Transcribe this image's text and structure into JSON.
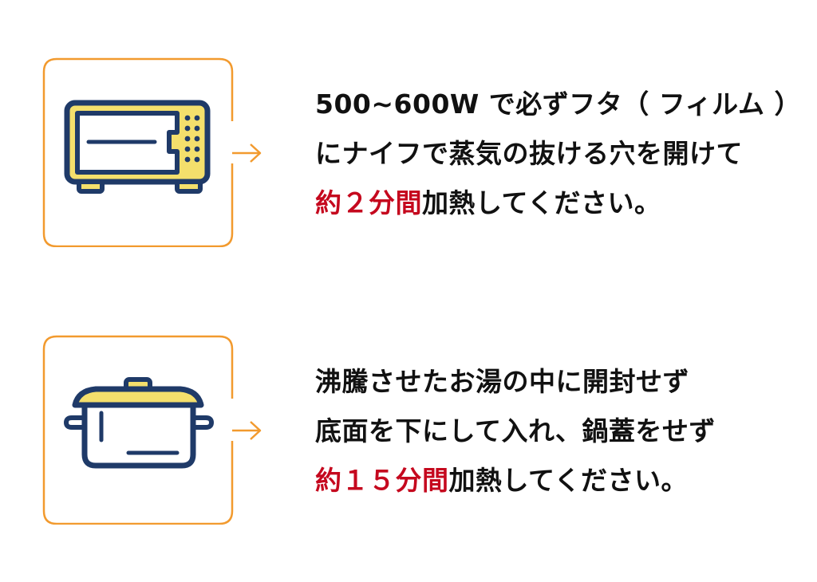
{
  "colors": {
    "frame_orange": "#f29a2e",
    "icon_navy": "#1f3a68",
    "icon_yellow": "#f4df6c",
    "highlight_red": "#c5081e",
    "text": "#111111"
  },
  "steps": [
    {
      "icon": "microwave-icon",
      "lines": [
        {
          "text": "500~600W で必ずフタ（ フィルム ）"
        },
        {
          "text": "にナイフで蒸気の抜ける穴を開けて"
        },
        {
          "highlight": "約２分間",
          "text": "加熱してください。"
        }
      ]
    },
    {
      "icon": "pot-icon",
      "lines": [
        {
          "text": "沸騰させたお湯の中に開封せず"
        },
        {
          "text": "底面を下にして入れ、鍋蓋をせず"
        },
        {
          "highlight": "約１５分間",
          "text": "加熱してください。"
        }
      ]
    }
  ]
}
